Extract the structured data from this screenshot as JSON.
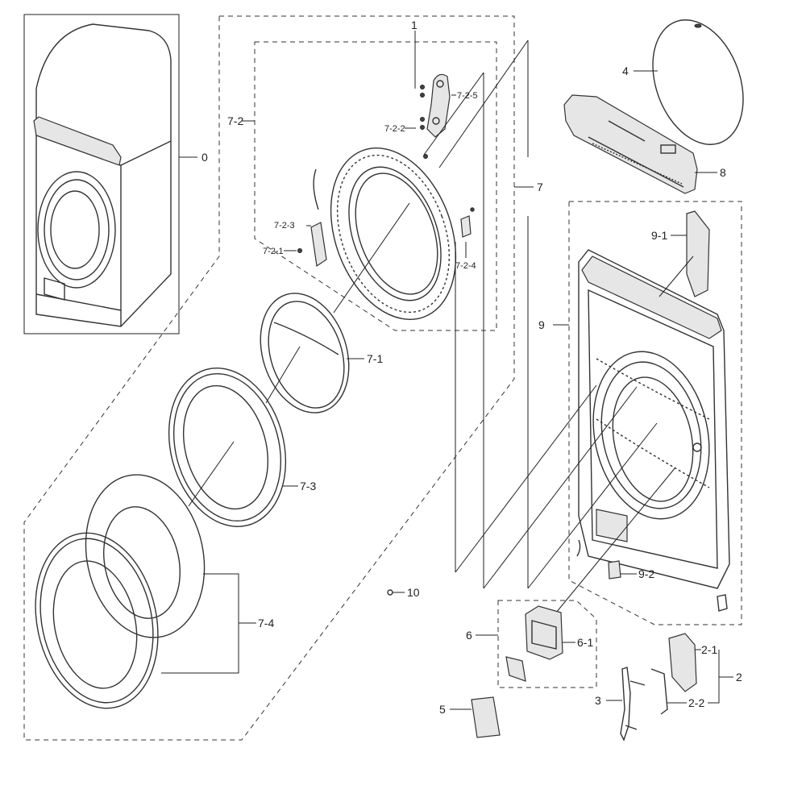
{
  "labels": {
    "l0": "0",
    "l1": "1",
    "l2": "2",
    "l2_1": "2-1",
    "l2_2": "2-2",
    "l3": "3",
    "l4": "4",
    "l5": "5",
    "l6": "6",
    "l6_1": "6-1",
    "l7": "7",
    "l7_1": "7-1",
    "l7_2": "7-2",
    "l7_2_1": "7-2-1",
    "l7_2_2": "7-2-2",
    "l7_2_3": "7-2-3",
    "l7_2_4": "7-2-4",
    "l7_2_5": "7-2-5",
    "l7_3": "7-3",
    "l7_4": "7-4",
    "l8": "8",
    "l9": "9",
    "l9_1": "9-1",
    "l9_2": "9-2",
    "l10": "10"
  }
}
